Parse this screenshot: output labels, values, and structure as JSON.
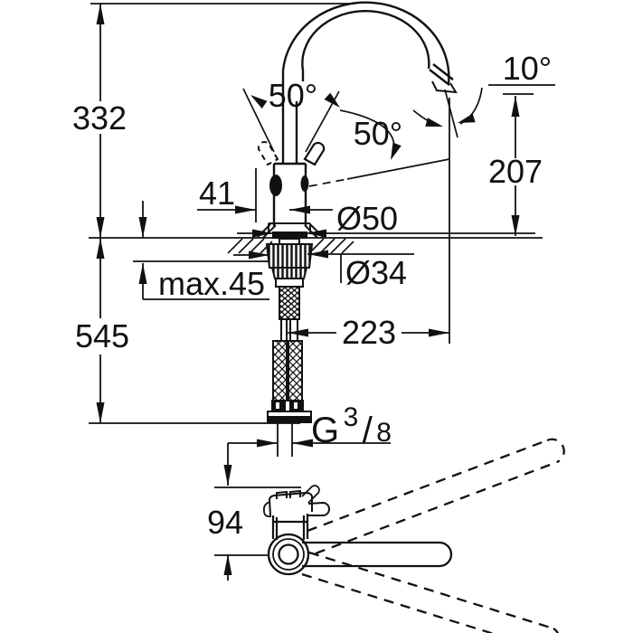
{
  "drawing": {
    "labels": {
      "total_height": "332",
      "hose_length": "545",
      "handle_front_offset": "41",
      "base_diameter": "Ø50",
      "shank_diameter": "Ø34",
      "max_mounting_thickness": "max.45",
      "spout_reach": "223",
      "outlet_height": "207",
      "handle_angle_top": "50°",
      "handle_angle_front": "50°",
      "outlet_angle": "10°",
      "plan_offset": "94",
      "thread_g": "G",
      "thread_numerator": "3",
      "thread_slash": "/",
      "thread_denominator": "8"
    },
    "colors": {
      "line": "#111111",
      "background": "#ffffff"
    }
  }
}
